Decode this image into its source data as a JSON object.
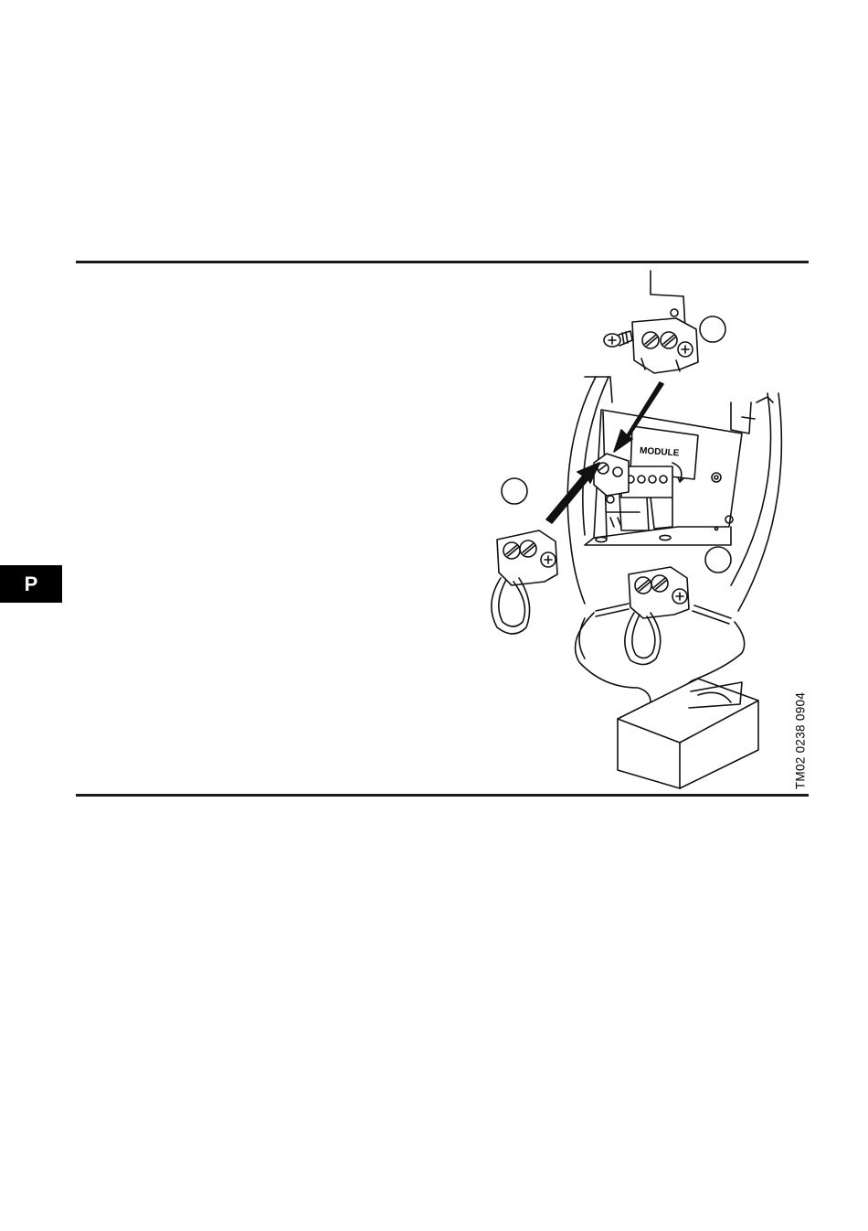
{
  "page": {
    "side_tab": "P"
  },
  "figure": {
    "code": "TM02 0238 0904",
    "module_label": "MODULE",
    "callouts": [
      "",
      "",
      ""
    ],
    "icons": [
      "terminal-block-icon",
      "screw-icon",
      "arrow-icon",
      "battery-icon",
      "loop-connector-icon"
    ]
  }
}
